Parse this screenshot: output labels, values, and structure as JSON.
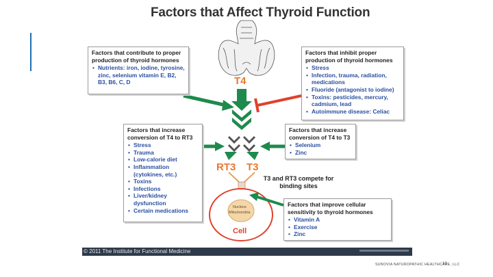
{
  "title": "Factors that Affect Thyroid Function",
  "labels": {
    "t4": "T4",
    "rt3": "RT3",
    "t3": "T3",
    "cell": "Cell",
    "nucleus": "Nucleus",
    "mitochondria": "Mitochondria"
  },
  "compete": "T3 and RT3 compete for binding sites",
  "boxes": {
    "contribute": {
      "heading": "Factors that contribute to proper production of thyroid hormones",
      "items": [
        "Nutrients: iron, iodine, tyrosine, zinc, selenium vitamin E, B2, B3, B6, C, D"
      ]
    },
    "inhibit": {
      "heading": "Factors that inhibit proper production of thyroid hormones",
      "items": [
        "Stress",
        "Infection, trauma, radiation, medications",
        "Fluoride (antagonist to iodine)",
        "Toxins: pesticides, mercury, cadmium, lead",
        "Autoimmune disease: Celiac"
      ]
    },
    "rt3": {
      "heading": "Factors that increase conversion of T4 to RT3",
      "items": [
        "Stress",
        "Trauma",
        "Low-calorie diet",
        "Inflammation (cytokines, etc.)",
        "Toxins",
        "Infections",
        "Liver/kidney dysfunction",
        "Certain medications"
      ]
    },
    "t3": {
      "heading": "Factors that increase conversion of T4 to T3",
      "items": [
        "Selenium",
        "Zinc"
      ]
    },
    "sensitivity": {
      "heading": "Factors that improve cellular sensitivity to thyroid hormones",
      "items": [
        "Vitamin A",
        "Exercise",
        "Zinc"
      ]
    }
  },
  "copyright": "© 2011 The Institute for Functional Medicine",
  "footer": "SUNOVIA NATUROPATHIC HEALTHCARE, LLC",
  "page_number": "10",
  "colors": {
    "green": "#1e8a4c",
    "orange": "#e8792b",
    "red": "#e0412b",
    "blue_text": "#2a4fa0"
  }
}
